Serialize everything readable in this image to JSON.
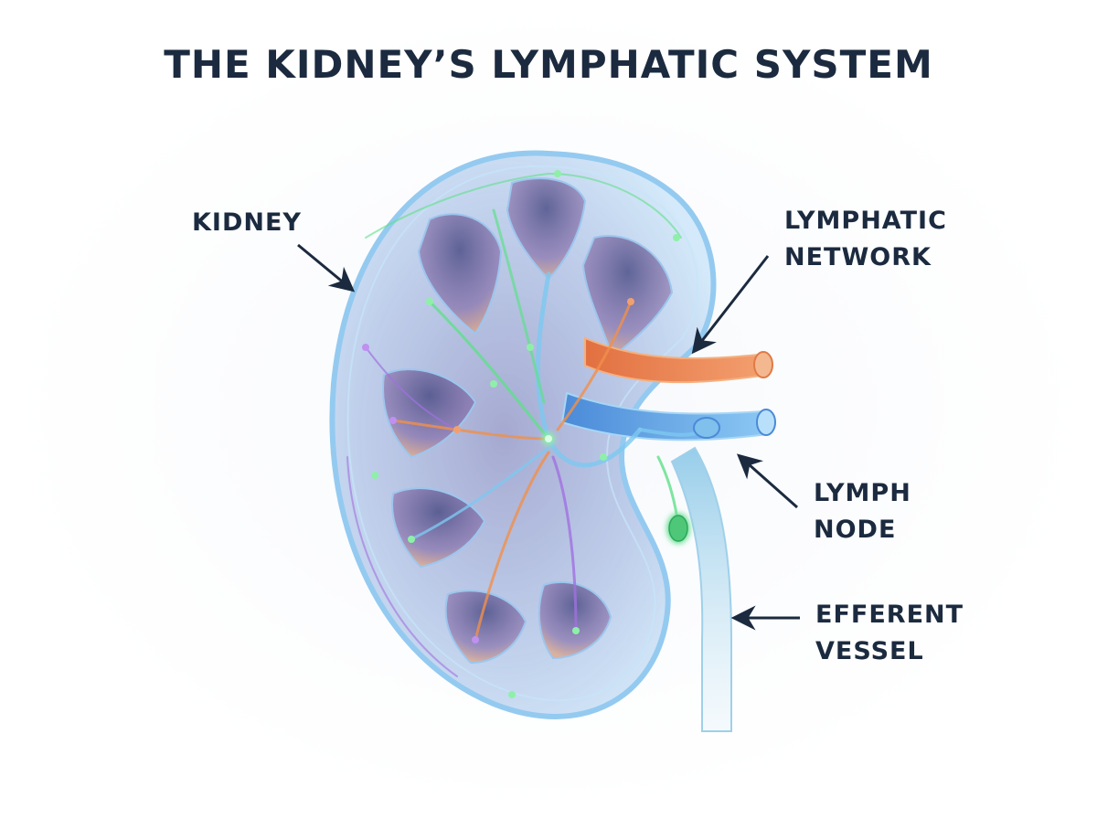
{
  "title": "THE KIDNEY’S LYMPHATIC SYSTEM",
  "labels": {
    "kidney": "KIDNEY",
    "lymphatic_network_line1": "LYMPHATIC",
    "lymphatic_network_line2": "NETWORK",
    "lymph_node_line1": "LYMPH",
    "lymph_node_line2": "NODE",
    "efferent_vessel_line1": "EFFERENT",
    "efferent_vessel_line2": "VESSEL"
  },
  "colors": {
    "text": "#1b2a3f",
    "kidney_blue": "#6ea8e0",
    "lymph_green": "#5fe08a",
    "vessel_orange": "#f0904a",
    "accent_purple": "#a070e0"
  }
}
